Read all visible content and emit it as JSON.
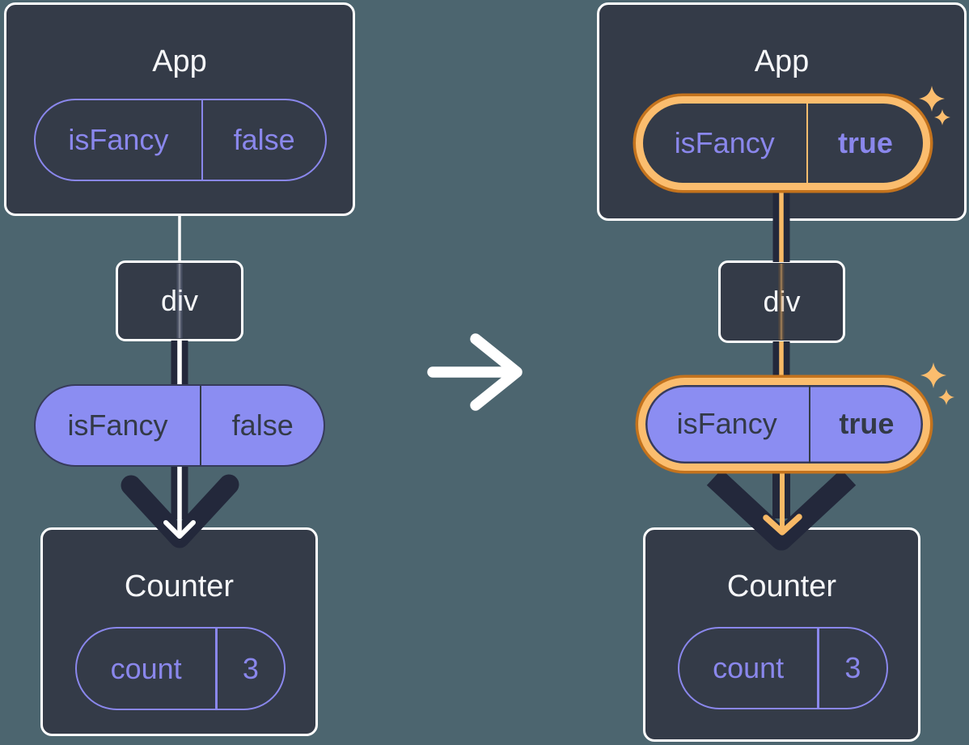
{
  "palette": {
    "background": "#4c656f",
    "card": "#343b48",
    "card_border": "#ffffff",
    "title_text": "#f6f7f9",
    "purple": "#8a87ec",
    "purple_fill": "#8b8df2",
    "dark_text": "#333a47",
    "orange_light": "#fbbd6e",
    "orange_dark": "#c4731d",
    "orange_arrow": "#f8b966",
    "arrow_dark": "#23283b",
    "arrow_white": "#ffffff"
  },
  "icons": {
    "transition": "right-arrow",
    "highlight": "sparkles"
  },
  "before": {
    "app": {
      "title": "App",
      "prop_name": "isFancy",
      "prop_value": "false"
    },
    "div": {
      "label": "div"
    },
    "passed_prop": {
      "name": "isFancy",
      "value": "false"
    },
    "counter": {
      "title": "Counter",
      "state_name": "count",
      "state_value": "3"
    }
  },
  "after": {
    "app": {
      "title": "App",
      "prop_name": "isFancy",
      "prop_value": "true"
    },
    "div": {
      "label": "div"
    },
    "passed_prop": {
      "name": "isFancy",
      "value": "true"
    },
    "counter": {
      "title": "Counter",
      "state_name": "count",
      "state_value": "3"
    }
  }
}
